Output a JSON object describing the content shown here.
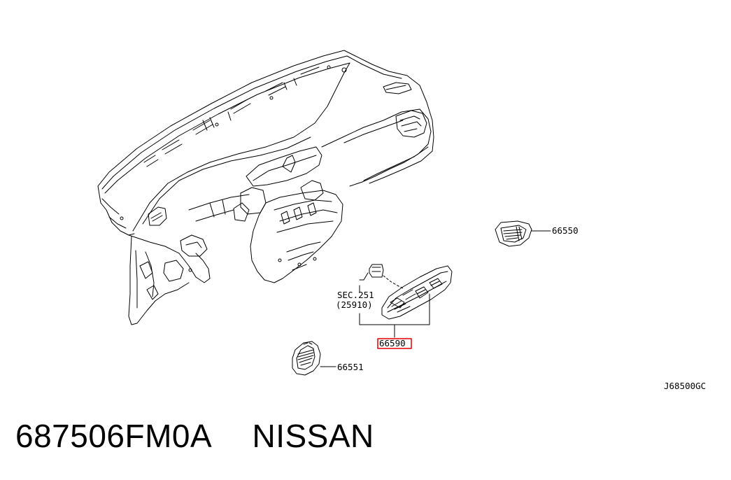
{
  "callouts": {
    "vent_right": "66550",
    "vent_left": "66551",
    "vent_center": "66590",
    "sec_ref": "SEC.251",
    "sec_ref_part": "(25910)"
  },
  "figure_code": "J68500GC",
  "part_number": "687506FM0A",
  "brand": "NISSAN",
  "colors": {
    "line": "#000000",
    "highlight": "#e00000",
    "background": "#ffffff"
  }
}
